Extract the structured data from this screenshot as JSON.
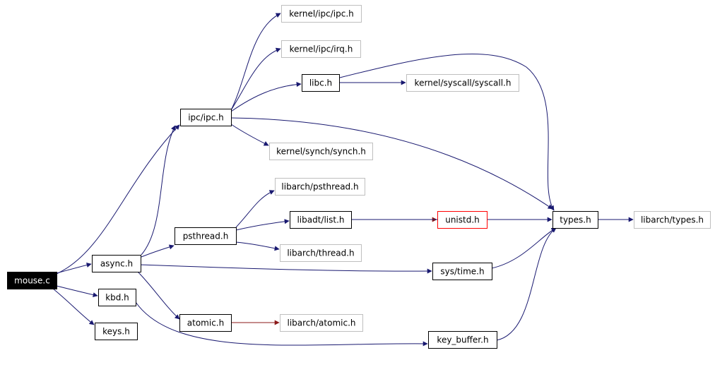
{
  "graph": {
    "nodes": [
      {
        "id": "mouse_c",
        "label": "mouse.c",
        "style": "root"
      },
      {
        "id": "async_h",
        "label": "async.h",
        "style": "normal"
      },
      {
        "id": "kbd_h",
        "label": "kbd.h",
        "style": "normal"
      },
      {
        "id": "keys_h",
        "label": "keys.h",
        "style": "normal"
      },
      {
        "id": "ipc_ipc_h",
        "label": "ipc/ipc.h",
        "style": "normal"
      },
      {
        "id": "psthread_h",
        "label": "psthread.h",
        "style": "normal"
      },
      {
        "id": "atomic_h",
        "label": "atomic.h",
        "style": "normal"
      },
      {
        "id": "kernel_ipc_ipc_h",
        "label": "kernel/ipc/ipc.h",
        "style": "missing"
      },
      {
        "id": "kernel_ipc_irq_h",
        "label": "kernel/ipc/irq.h",
        "style": "missing"
      },
      {
        "id": "libc_h",
        "label": "libc.h",
        "style": "normal"
      },
      {
        "id": "kernel_synch_synch_h",
        "label": "kernel/synch/synch.h",
        "style": "missing"
      },
      {
        "id": "libarch_psthread_h",
        "label": "libarch/psthread.h",
        "style": "missing"
      },
      {
        "id": "libadt_list_h",
        "label": "libadt/list.h",
        "style": "normal"
      },
      {
        "id": "libarch_thread_h",
        "label": "libarch/thread.h",
        "style": "missing"
      },
      {
        "id": "libarch_atomic_h",
        "label": "libarch/atomic.h",
        "style": "missing"
      },
      {
        "id": "kernel_syscall_syscall_h",
        "label": "kernel/syscall/syscall.h",
        "style": "missing"
      },
      {
        "id": "unistd_h",
        "label": "unistd.h",
        "style": "truncated"
      },
      {
        "id": "sys_time_h",
        "label": "sys/time.h",
        "style": "normal"
      },
      {
        "id": "key_buffer_h",
        "label": "key_buffer.h",
        "style": "normal"
      },
      {
        "id": "types_h",
        "label": "types.h",
        "style": "normal"
      },
      {
        "id": "libarch_types_h",
        "label": "libarch/types.h",
        "style": "missing"
      }
    ],
    "edges": [
      {
        "from": "mouse_c",
        "to": "async_h",
        "color": "navy"
      },
      {
        "from": "mouse_c",
        "to": "kbd_h",
        "color": "navy"
      },
      {
        "from": "mouse_c",
        "to": "keys_h",
        "color": "navy"
      },
      {
        "from": "mouse_c",
        "to": "ipc_ipc_h",
        "color": "navy"
      },
      {
        "from": "async_h",
        "to": "ipc_ipc_h",
        "color": "navy"
      },
      {
        "from": "async_h",
        "to": "psthread_h",
        "color": "navy"
      },
      {
        "from": "async_h",
        "to": "atomic_h",
        "color": "navy"
      },
      {
        "from": "async_h",
        "to": "sys_time_h",
        "color": "navy"
      },
      {
        "from": "kbd_h",
        "to": "key_buffer_h",
        "color": "navy"
      },
      {
        "from": "ipc_ipc_h",
        "to": "kernel_ipc_ipc_h",
        "color": "navy"
      },
      {
        "from": "ipc_ipc_h",
        "to": "kernel_ipc_irq_h",
        "color": "navy"
      },
      {
        "from": "ipc_ipc_h",
        "to": "libc_h",
        "color": "navy"
      },
      {
        "from": "ipc_ipc_h",
        "to": "kernel_synch_synch_h",
        "color": "navy"
      },
      {
        "from": "ipc_ipc_h",
        "to": "types_h",
        "color": "navy"
      },
      {
        "from": "libc_h",
        "to": "kernel_syscall_syscall_h",
        "color": "navy"
      },
      {
        "from": "libc_h",
        "to": "types_h",
        "color": "navy"
      },
      {
        "from": "psthread_h",
        "to": "libarch_psthread_h",
        "color": "navy"
      },
      {
        "from": "psthread_h",
        "to": "libadt_list_h",
        "color": "navy"
      },
      {
        "from": "psthread_h",
        "to": "libarch_thread_h",
        "color": "navy"
      },
      {
        "from": "libadt_list_h",
        "to": "unistd_h",
        "color": "darkred"
      },
      {
        "from": "libadt_list_h",
        "to": "types_h",
        "color": "navy"
      },
      {
        "from": "atomic_h",
        "to": "libarch_atomic_h",
        "color": "darkred"
      },
      {
        "from": "sys_time_h",
        "to": "types_h",
        "color": "navy"
      },
      {
        "from": "key_buffer_h",
        "to": "types_h",
        "color": "navy"
      },
      {
        "from": "types_h",
        "to": "libarch_types_h",
        "color": "navy"
      }
    ]
  },
  "colors": {
    "navy": "#191970",
    "darkred": "#8b1a1a",
    "root_fill": "#000000",
    "root_text": "#ffffff",
    "normal_border": "#000000",
    "missing_border": "#bfbfbf",
    "truncated_border": "#ff0000",
    "text": "#000000"
  }
}
